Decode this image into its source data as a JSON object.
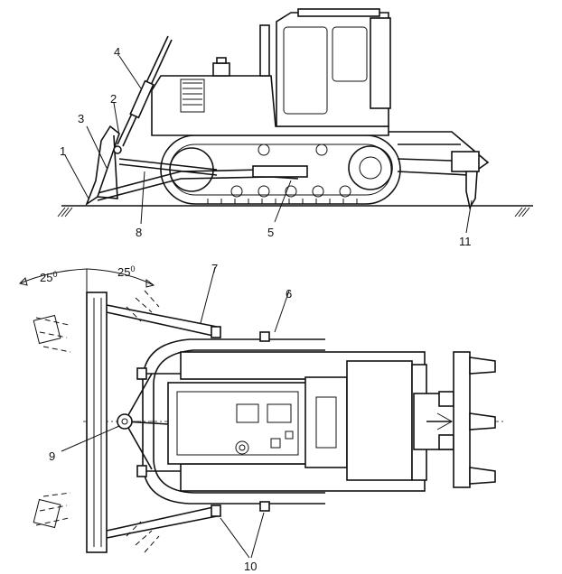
{
  "side_view": {
    "callouts": [
      "1",
      "2",
      "3",
      "4",
      "5",
      "8",
      "11"
    ]
  },
  "top_view": {
    "callouts": [
      "6",
      "7",
      "9",
      "10"
    ],
    "angle_left": "25",
    "angle_right": "25",
    "angle_unit": "0"
  }
}
